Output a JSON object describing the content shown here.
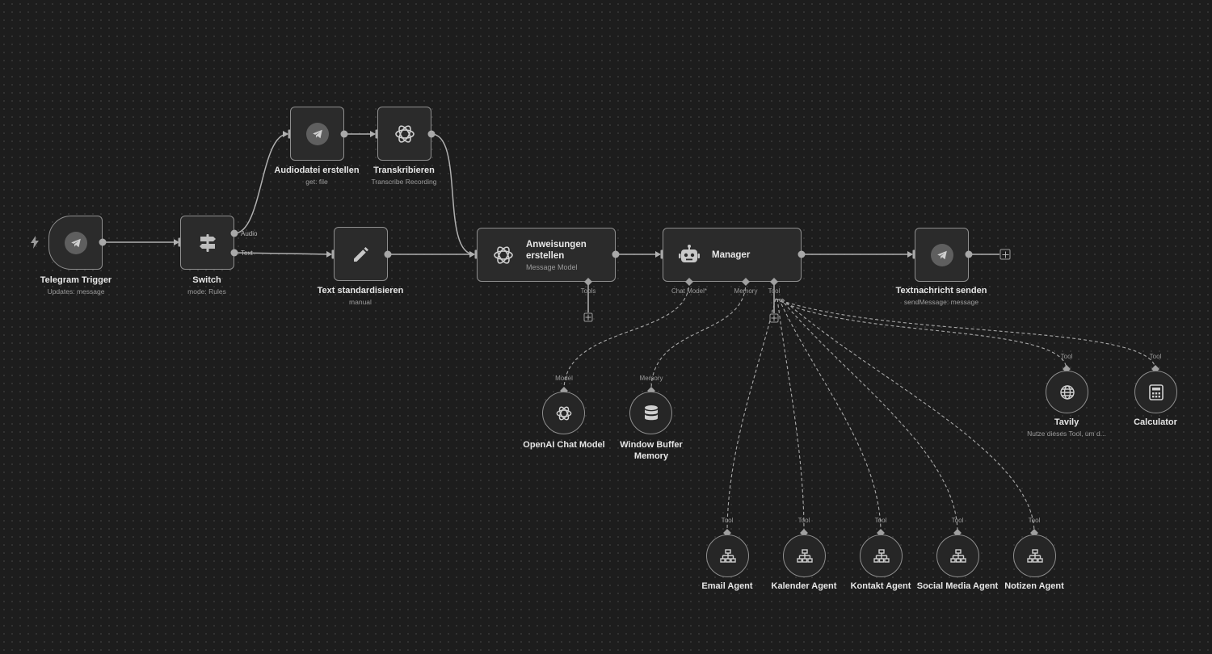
{
  "workflow": {
    "nodes": {
      "telegram_trigger": {
        "title": "Telegram Trigger",
        "subtitle": "Updates: message",
        "icon": "telegram-icon"
      },
      "switch": {
        "title": "Switch",
        "subtitle": "mode: Rules",
        "icon": "signpost-icon",
        "outputs": [
          "Audio",
          "Text"
        ]
      },
      "audiodatei": {
        "title": "Audiodatei erstellen",
        "subtitle": "get: file",
        "icon": "telegram-icon"
      },
      "transkribieren": {
        "title": "Transkribieren",
        "subtitle": "Transcribe Recording",
        "icon": "openai-icon"
      },
      "text_standardisieren": {
        "title": "Text standardisieren",
        "subtitle": "manual",
        "icon": "pencil-icon"
      },
      "anweisungen": {
        "title": "Anweisungen erstellen",
        "subtitle": "Message Model",
        "icon": "openai-icon",
        "ports": [
          "Tools"
        ]
      },
      "manager": {
        "title": "Manager",
        "icon": "robot-icon",
        "ports": [
          "Chat Model*",
          "Memory",
          "Tool"
        ]
      },
      "textnachricht": {
        "title": "Textnachricht senden",
        "subtitle": "sendMessage: message",
        "icon": "telegram-icon"
      },
      "openai_chat_model": {
        "title": "OpenAI Chat Model",
        "port": "Model",
        "icon": "openai-icon"
      },
      "window_buffer_memory": {
        "title": "Window Buffer Memory",
        "port": "Memory",
        "icon": "database-icon"
      },
      "tavily": {
        "title": "Tavily",
        "subtitle": "Nutze dieses Tool, um d...",
        "port": "Tool",
        "icon": "globe-icon"
      },
      "calculator": {
        "title": "Calculator",
        "port": "Tool",
        "icon": "calculator-icon"
      },
      "email_agent": {
        "title": "Email Agent",
        "port": "Tool",
        "icon": "sitemap-icon"
      },
      "kalender_agent": {
        "title": "Kalender Agent",
        "port": "Tool",
        "icon": "sitemap-icon"
      },
      "kontakt_agent": {
        "title": "Kontakt Agent",
        "port": "Tool",
        "icon": "sitemap-icon"
      },
      "social_media_agent": {
        "title": "Social Media Agent",
        "port": "Tool",
        "icon": "sitemap-icon"
      },
      "notizen_agent": {
        "title": "Notizen Agent",
        "port": "Tool",
        "icon": "sitemap-icon"
      }
    },
    "colors": {
      "canvas": "#1d1d1d",
      "node_bg": "#2b2b2b",
      "node_border": "#8e8e8e",
      "connection": "#b0b0b0"
    }
  }
}
